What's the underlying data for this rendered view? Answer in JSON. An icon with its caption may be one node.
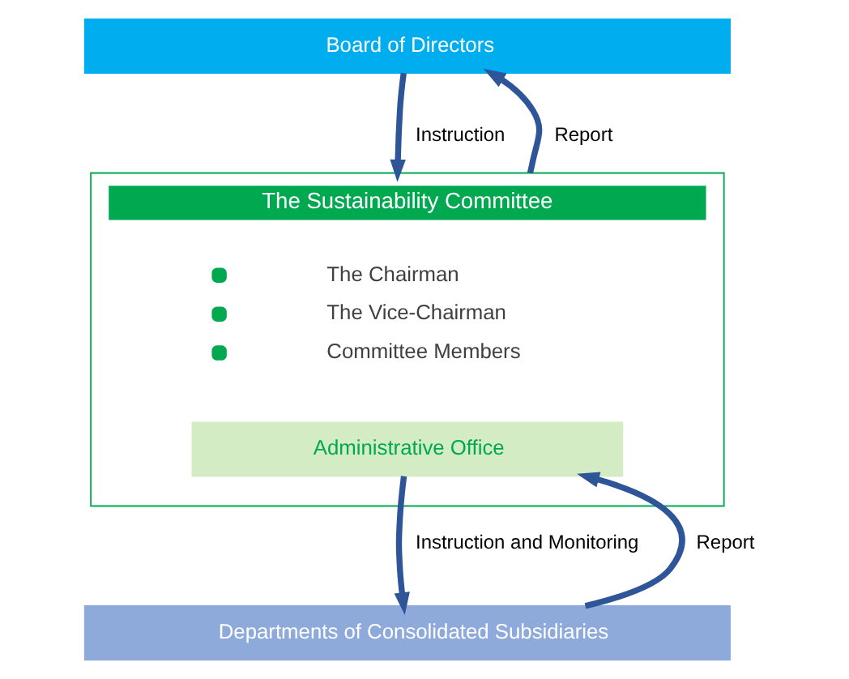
{
  "diagram": {
    "nodes": [
      {
        "text": [
          "Board of Directors"
        ]
      },
      {
        "text": [
          "The Sustainability Committee",
          "The Chairman",
          "The Vice-Chairman",
          "Committee Members"
        ]
      },
      {
        "text": [
          "Administrative Office"
        ],
        "in": 1
      },
      {
        "text": [
          "Departments of Consolidated Subsidiaries"
        ]
      }
    ],
    "edges": [
      {
        "from": 0,
        "to": 1,
        "arrow": "to",
        "label": "Instruction"
      },
      {
        "from": 1,
        "to": 0,
        "arrow": "to",
        "label": "Report"
      },
      {
        "from": 2,
        "to": 3,
        "arrow": "to",
        "label": "Instruction and Monitoring"
      },
      {
        "from": 3,
        "to": 2,
        "arrow": "to",
        "label": "Report"
      }
    ]
  }
}
